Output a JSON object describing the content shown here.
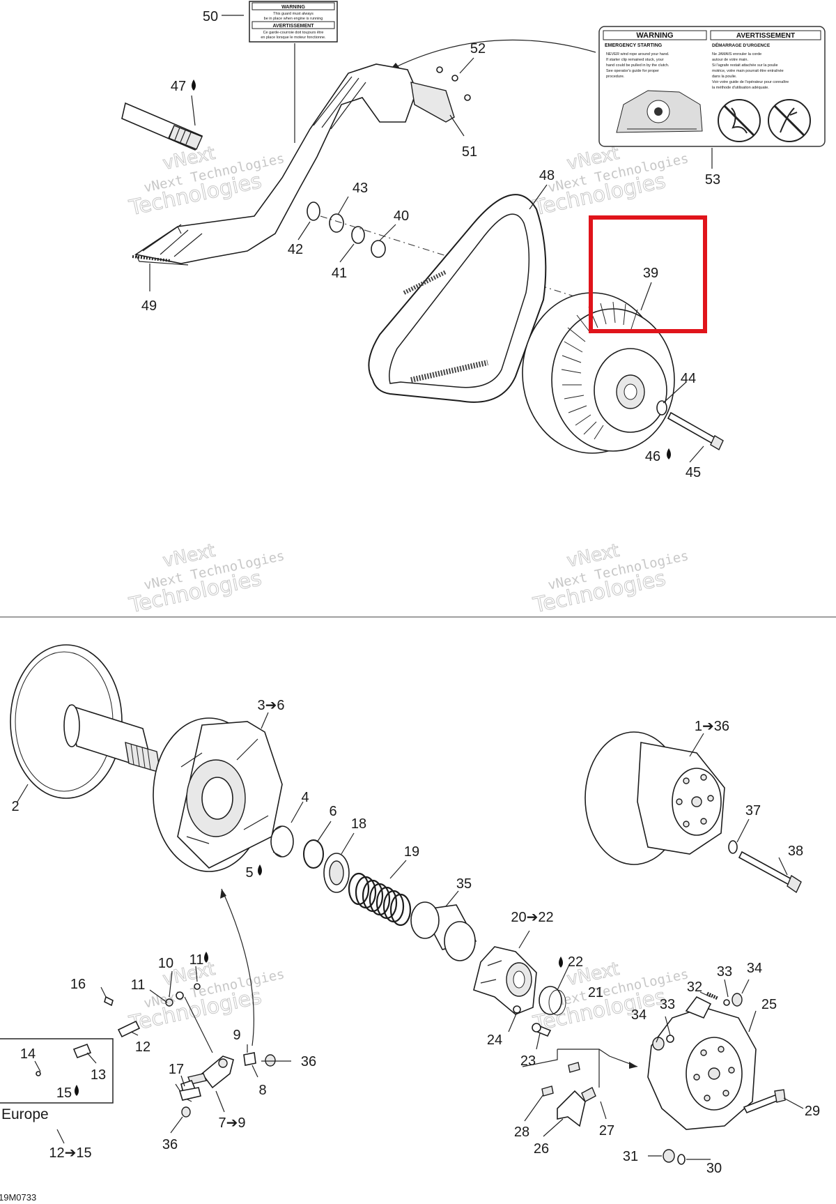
{
  "diagram_code": "19M0733",
  "region_note": "Europe",
  "watermark": {
    "line1": "vNext",
    "line2": "vNext Technologies",
    "line3": "Technologies"
  },
  "decal_small": {
    "title": "WARNING",
    "line1": "This guard must always",
    "line2": "be in place when engine is running",
    "title_fr": "AVERTISSEMENT",
    "line3": "Ce garde-courroie doit toujours être",
    "line4": "en place lorsque le moteur fonctionne."
  },
  "decal_large": {
    "warning_title": "WARNING",
    "warning_sub": "EMERGENCY STARTING",
    "warning_lines": [
      "NEVER wind rope around your hand.",
      "If starter clip remained stuck, your",
      "hand could be pulled in by the clutch.",
      "See operator's guide for proper",
      "procedure."
    ],
    "fr_title": "AVERTISSEMENT",
    "fr_sub": "DÉMARRAGE D'URGENCE",
    "fr_lines": [
      "Ne JAMAIS enrouler la corde",
      "autour de votre main.",
      "Si l'agrafe restait attachée sur la poulie",
      "motrice, votre main pourrait être entraînée",
      "dans la poulie.",
      "Voir votre guide de l'opérateur pour connaître",
      "la méthode d'utilisation adéquate."
    ]
  },
  "callouts": [
    {
      "id": "c50",
      "text": "50"
    },
    {
      "id": "c47",
      "text": "47"
    },
    {
      "id": "c52",
      "text": "52"
    },
    {
      "id": "c51",
      "text": "51"
    },
    {
      "id": "c53",
      "text": "53"
    },
    {
      "id": "c48",
      "text": "48"
    },
    {
      "id": "c43",
      "text": "43"
    },
    {
      "id": "c40",
      "text": "40"
    },
    {
      "id": "c42",
      "text": "42"
    },
    {
      "id": "c41",
      "text": "41"
    },
    {
      "id": "c49",
      "text": "49"
    },
    {
      "id": "c39",
      "text": "39"
    },
    {
      "id": "c44",
      "text": "44"
    },
    {
      "id": "c46",
      "text": "46"
    },
    {
      "id": "c45",
      "text": "45"
    },
    {
      "id": "c3",
      "text": "3➔6"
    },
    {
      "id": "c2",
      "text": "2"
    },
    {
      "id": "c4",
      "text": "4"
    },
    {
      "id": "c6",
      "text": "6"
    },
    {
      "id": "c18",
      "text": "18"
    },
    {
      "id": "c5",
      "text": "5"
    },
    {
      "id": "c19",
      "text": "19"
    },
    {
      "id": "c35",
      "text": "35"
    },
    {
      "id": "c1",
      "text": "1➔36"
    },
    {
      "id": "c37",
      "text": "37"
    },
    {
      "id": "c38",
      "text": "38"
    },
    {
      "id": "c20",
      "text": "20➔22"
    },
    {
      "id": "c22",
      "text": "22"
    },
    {
      "id": "c21",
      "text": "21"
    },
    {
      "id": "c33a",
      "text": "33"
    },
    {
      "id": "c34a",
      "text": "34"
    },
    {
      "id": "c32",
      "text": "32"
    },
    {
      "id": "c33b",
      "text": "33"
    },
    {
      "id": "c25",
      "text": "25"
    },
    {
      "id": "c34b",
      "text": "34"
    },
    {
      "id": "c24",
      "text": "24"
    },
    {
      "id": "c23",
      "text": "23"
    },
    {
      "id": "c16",
      "text": "16"
    },
    {
      "id": "c10",
      "text": "10"
    },
    {
      "id": "c11a",
      "text": "11"
    },
    {
      "id": "c11b",
      "text": "11"
    },
    {
      "id": "c12a",
      "text": "12"
    },
    {
      "id": "c9",
      "text": "9"
    },
    {
      "id": "c36a",
      "text": "36"
    },
    {
      "id": "c14",
      "text": "14"
    },
    {
      "id": "c13",
      "text": "13"
    },
    {
      "id": "c15",
      "text": "15"
    },
    {
      "id": "c17",
      "text": "17"
    },
    {
      "id": "c8",
      "text": "8"
    },
    {
      "id": "c7",
      "text": "7➔9"
    },
    {
      "id": "c36b",
      "text": "36"
    },
    {
      "id": "c12b",
      "text": "12➔15"
    },
    {
      "id": "c28",
      "text": "28"
    },
    {
      "id": "c27",
      "text": "27"
    },
    {
      "id": "c26",
      "text": "26"
    },
    {
      "id": "c29",
      "text": "29"
    },
    {
      "id": "c31",
      "text": "31"
    },
    {
      "id": "c30",
      "text": "30"
    }
  ],
  "highlight_color": "#e0141b"
}
